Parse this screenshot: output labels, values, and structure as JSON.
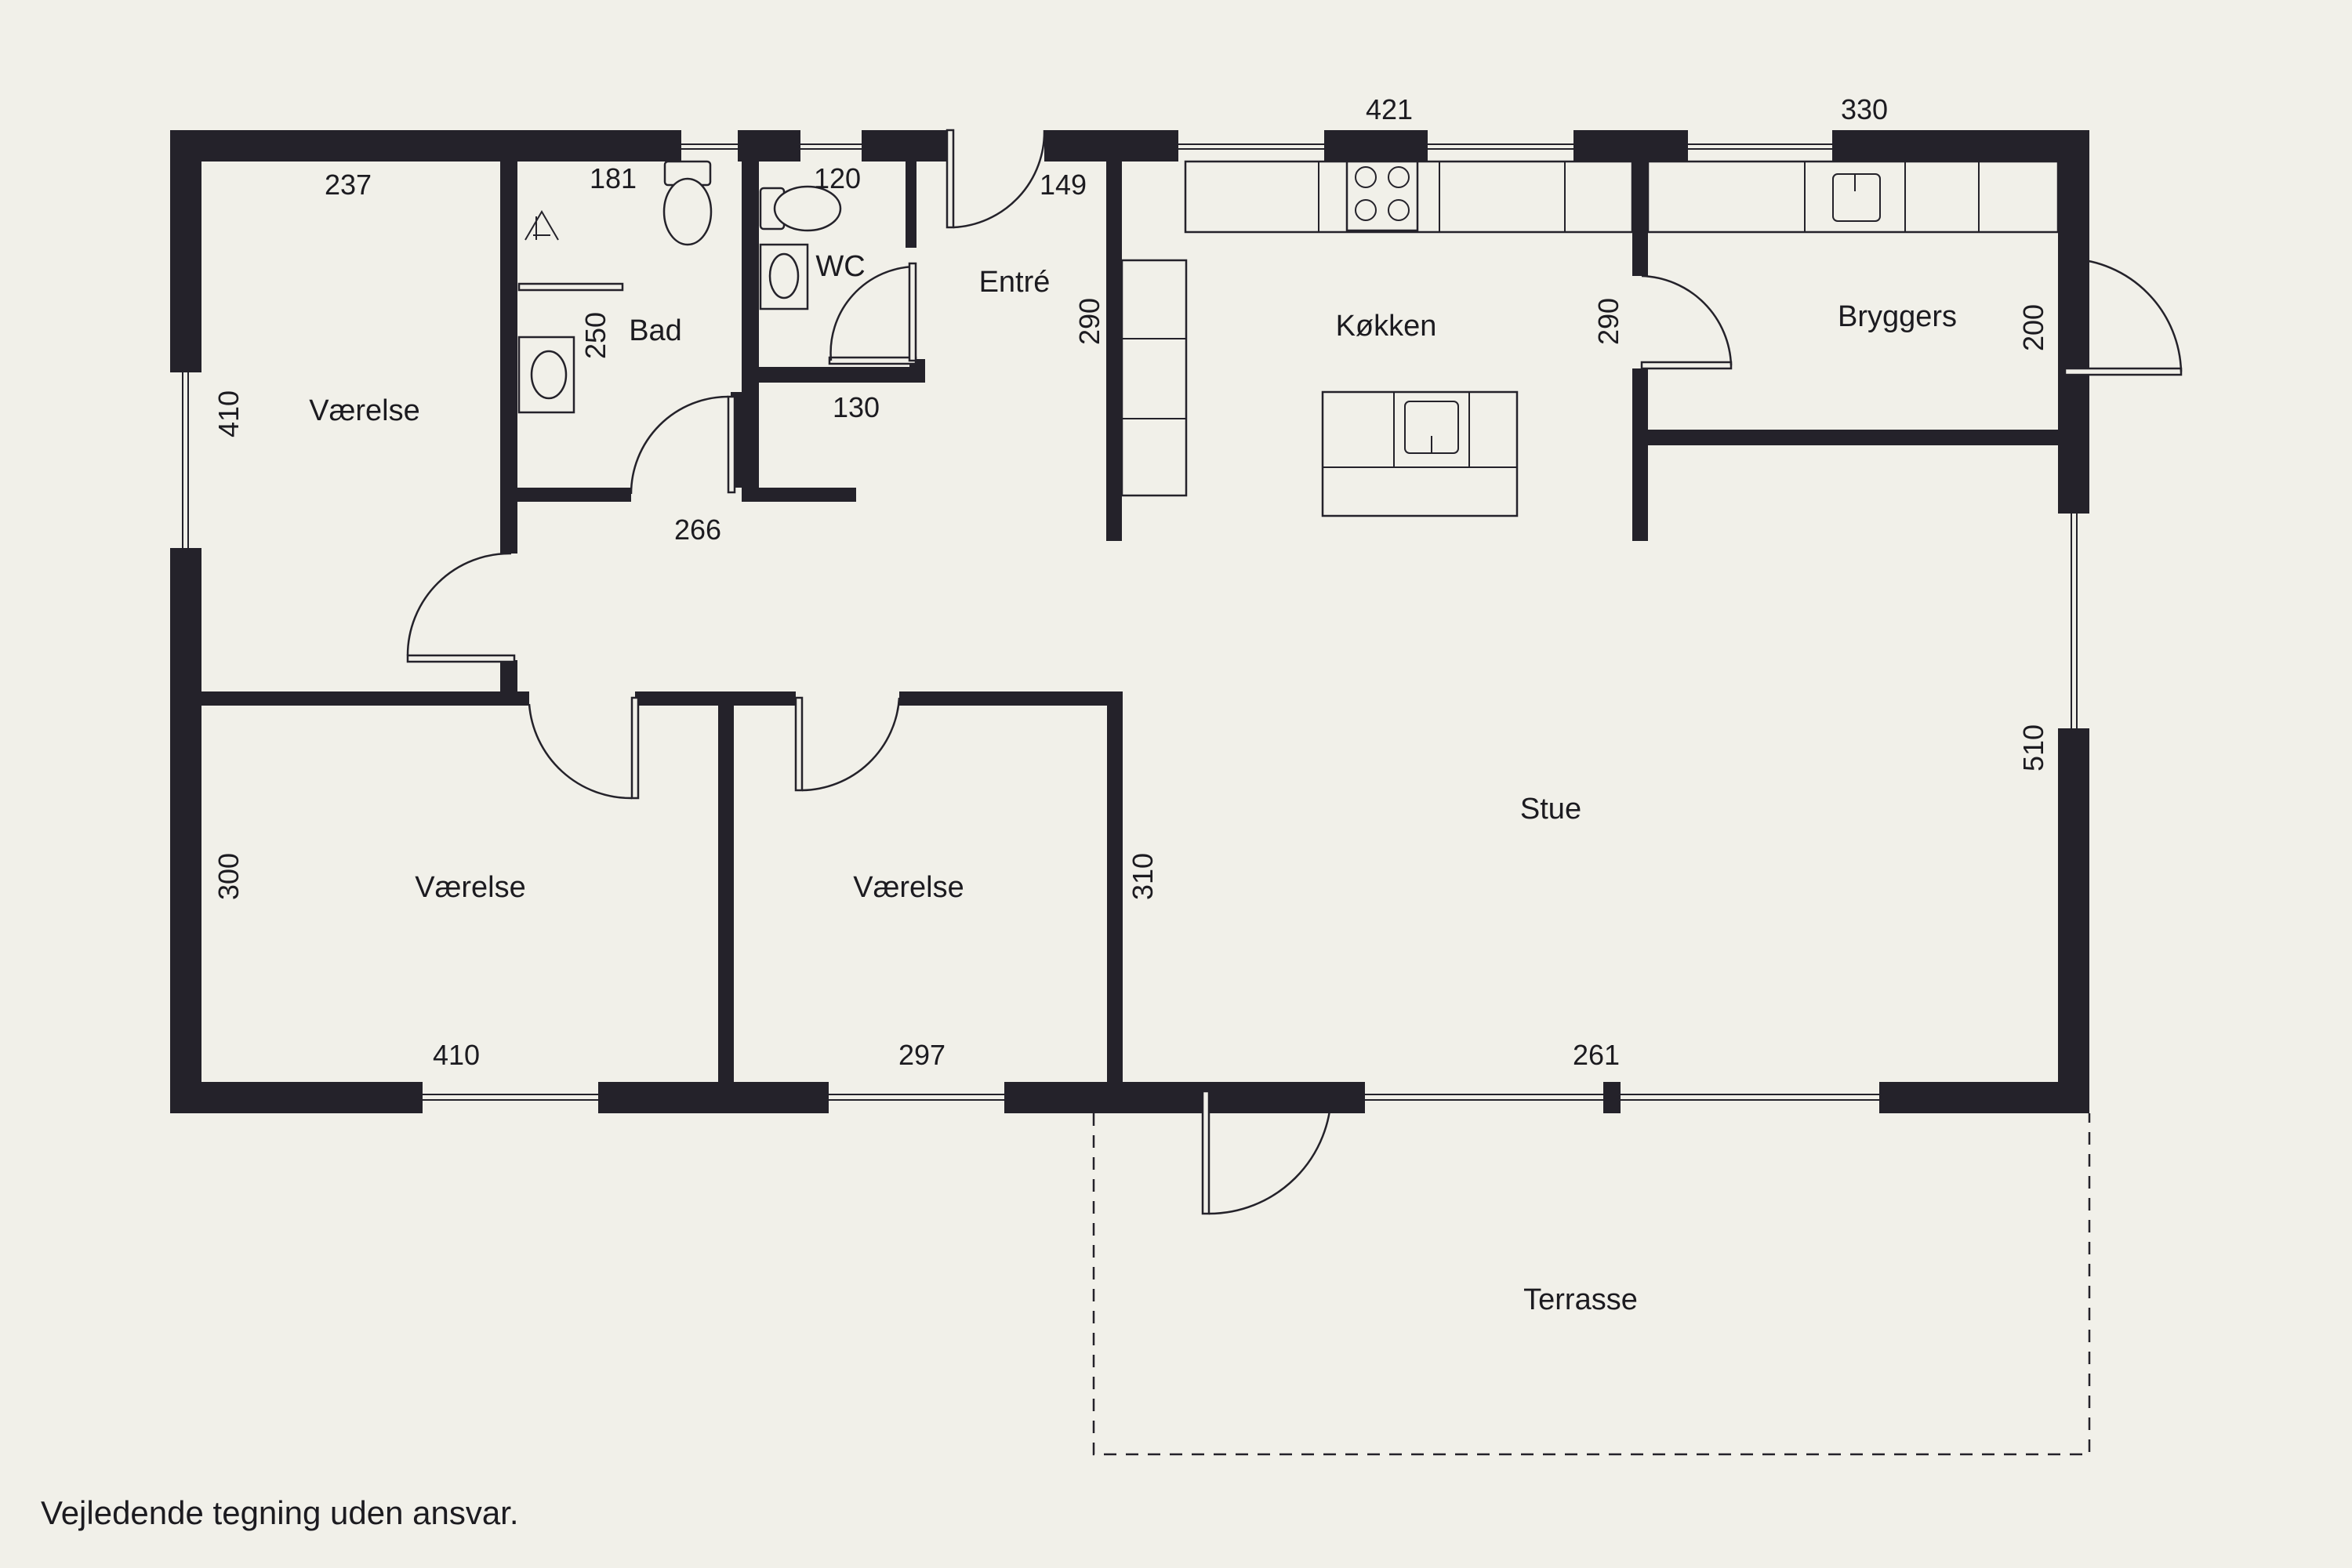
{
  "rooms": {
    "vaerelse_nw": "Værelse",
    "bad": "Bad",
    "wc": "WC",
    "entre": "Entré",
    "kokken": "Køkken",
    "bryggers": "Bryggers",
    "stue": "Stue",
    "vaerelse_sw": "Værelse",
    "vaerelse_s": "Værelse",
    "terrasse": "Terrasse"
  },
  "dimensions": {
    "vaerelse_nw_width": "237",
    "vaerelse_nw_height": "410",
    "bad_width": "181",
    "bad_height": "250",
    "wc_width": "120",
    "wc_lower_width": "130",
    "entre_width": "149",
    "entre_height": "290",
    "hall_width": "266",
    "kokken_width": "421",
    "kokken_height": "290",
    "bryggers_width": "330",
    "bryggers_height": "200",
    "stue_height": "510",
    "stue_width": "261",
    "vaerelse_sw_width": "410",
    "vaerelse_sw_height": "300",
    "vaerelse_s_width": "297",
    "vaerelse_s_height": "310"
  },
  "disclaimer": "Vejledende tegning uden ansvar.",
  "colors": {
    "background": "#f1f0e9",
    "wall": "#24222a"
  }
}
